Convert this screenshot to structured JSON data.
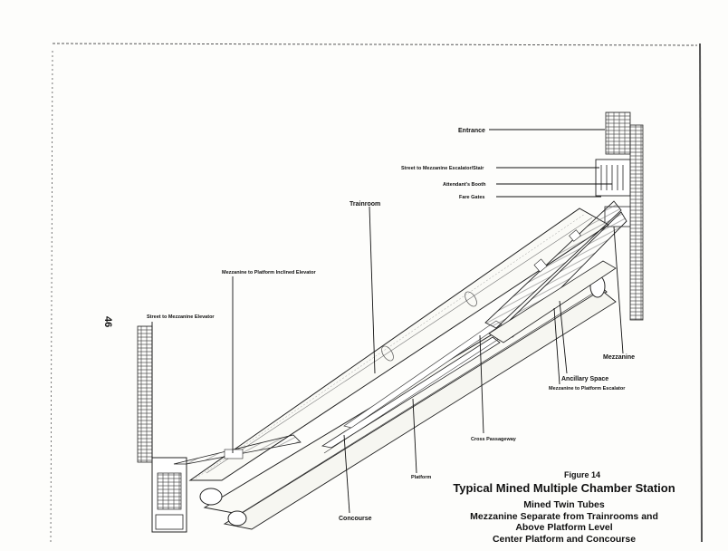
{
  "page": {
    "number": "46"
  },
  "labels": {
    "entrance": "Entrance",
    "street_escalator": "Street to Mezzanine Escalator/Stair",
    "attendants_booth": "Attendant's Booth",
    "fare_gates": "Fare Gates",
    "trainroom": "Trainroom",
    "inclined_elevator": "Mezzanine to Platform Inclined Elevator",
    "street_elevator": "Street to Mezzanine Elevator",
    "mezzanine": "Mezzanine",
    "ancillary_space": "Ancillary Space",
    "platform_escalator": "Mezzanine to Platform Escalator",
    "cross_passageway": "Cross Passageway",
    "platform": "Platform",
    "concourse": "Concourse"
  },
  "caption": {
    "figure": "Figure 14",
    "title": "Typical Mined Multiple Chamber Station",
    "lines": [
      "Mined Twin Tubes",
      "Mezzanine Separate from Trainrooms and",
      "Above Platform Level",
      "Center Platform and Concourse"
    ]
  }
}
